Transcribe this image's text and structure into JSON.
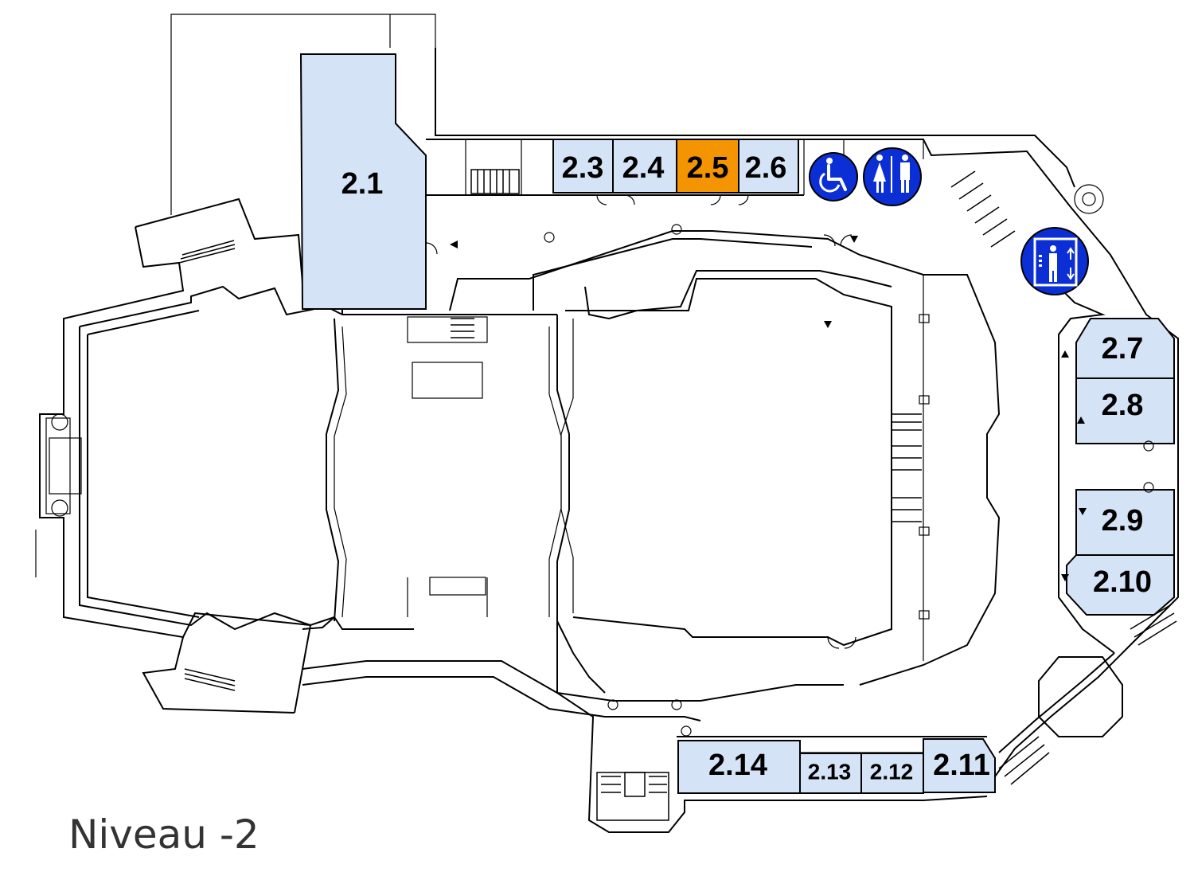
{
  "map": {
    "level_title": "Niveau -2",
    "colors": {
      "room": "#d5e3f7",
      "highlight": "#f39400",
      "pictogram": "#0b2fd4",
      "wall": "#000000"
    },
    "highlighted_room": "2.5",
    "rooms": [
      {
        "key": "r2_1",
        "label": "2.1"
      },
      {
        "key": "r2_3",
        "label": "2.3"
      },
      {
        "key": "r2_4",
        "label": "2.4"
      },
      {
        "key": "r2_5",
        "label": "2.5"
      },
      {
        "key": "r2_6",
        "label": "2.6"
      },
      {
        "key": "r2_7",
        "label": "2.7"
      },
      {
        "key": "r2_8",
        "label": "2.8"
      },
      {
        "key": "r2_9",
        "label": "2.9"
      },
      {
        "key": "r2_10",
        "label": "2.10"
      },
      {
        "key": "r2_11",
        "label": "2.11"
      },
      {
        "key": "r2_12",
        "label": "2.12"
      },
      {
        "key": "r2_13",
        "label": "2.13"
      },
      {
        "key": "r2_14",
        "label": "2.14"
      }
    ],
    "pictograms": [
      {
        "key": "accessible",
        "icon": "wheelchair-icon"
      },
      {
        "key": "toilets",
        "icon": "restroom-icon"
      },
      {
        "key": "elevator",
        "icon": "elevator-icon"
      }
    ]
  }
}
